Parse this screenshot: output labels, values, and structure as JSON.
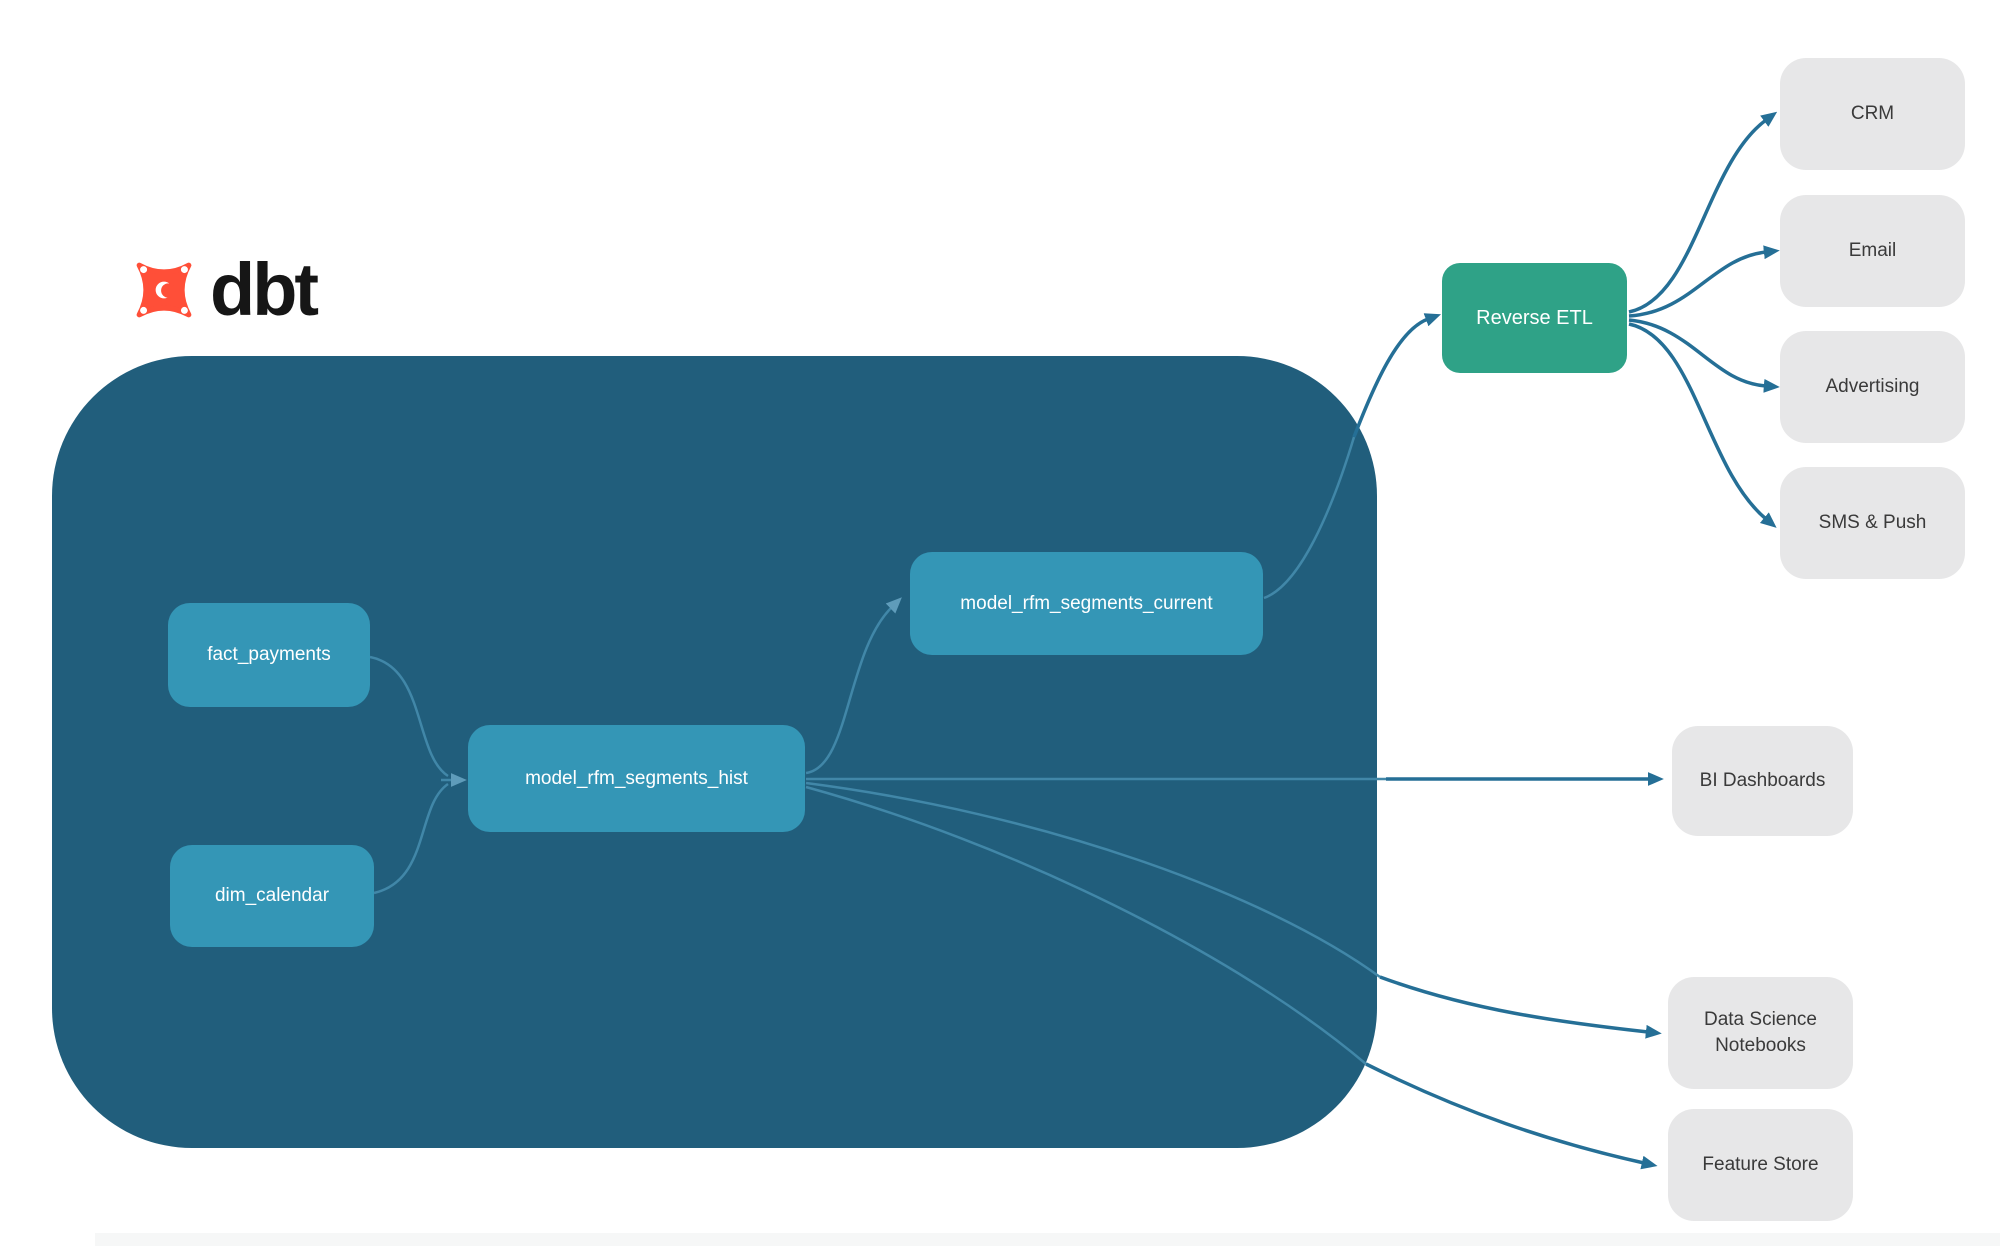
{
  "logo": {
    "brand": "dbt",
    "icon": "dbt-star-icon",
    "icon_color": "#ff4f38"
  },
  "colors": {
    "warehouse_background": "#215e7c",
    "model_node": "#3496b6",
    "activation_node": "#2fa287",
    "destination_node": "#e7e7e8",
    "edge_external": "#256f96",
    "edge_internal": "#4187a8",
    "node_text_light": "#ffffff",
    "node_text_dark": "#3a3a3a"
  },
  "nodes": {
    "fact_payments": {
      "label": "fact_payments",
      "group": "warehouse"
    },
    "dim_calendar": {
      "label": "dim_calendar",
      "group": "warehouse"
    },
    "model_rfm_segments_hist": {
      "label": "model_rfm_segments_hist",
      "group": "warehouse"
    },
    "model_rfm_segments_current": {
      "label": "model_rfm_segments_current",
      "group": "warehouse"
    },
    "reverse_etl": {
      "label": "Reverse ETL",
      "group": "activation"
    },
    "crm": {
      "label": "CRM",
      "group": "destination"
    },
    "email": {
      "label": "Email",
      "group": "destination"
    },
    "advertising": {
      "label": "Advertising",
      "group": "destination"
    },
    "sms_push": {
      "label": "SMS & Push",
      "group": "destination"
    },
    "bi_dashboards": {
      "label": "BI Dashboards",
      "group": "destination"
    },
    "data_science_notebooks": {
      "label": "Data Science Notebooks",
      "group": "destination"
    },
    "feature_store": {
      "label": "Feature Store",
      "group": "destination"
    }
  },
  "edges": [
    {
      "from": "fact_payments",
      "to": "model_rfm_segments_hist"
    },
    {
      "from": "dim_calendar",
      "to": "model_rfm_segments_hist"
    },
    {
      "from": "model_rfm_segments_hist",
      "to": "model_rfm_segments_current"
    },
    {
      "from": "model_rfm_segments_hist",
      "to": "bi_dashboards"
    },
    {
      "from": "model_rfm_segments_hist",
      "to": "data_science_notebooks"
    },
    {
      "from": "model_rfm_segments_hist",
      "to": "feature_store"
    },
    {
      "from": "model_rfm_segments_current",
      "to": "reverse_etl"
    },
    {
      "from": "reverse_etl",
      "to": "crm"
    },
    {
      "from": "reverse_etl",
      "to": "email"
    },
    {
      "from": "reverse_etl",
      "to": "advertising"
    },
    {
      "from": "reverse_etl",
      "to": "sms_push"
    }
  ]
}
